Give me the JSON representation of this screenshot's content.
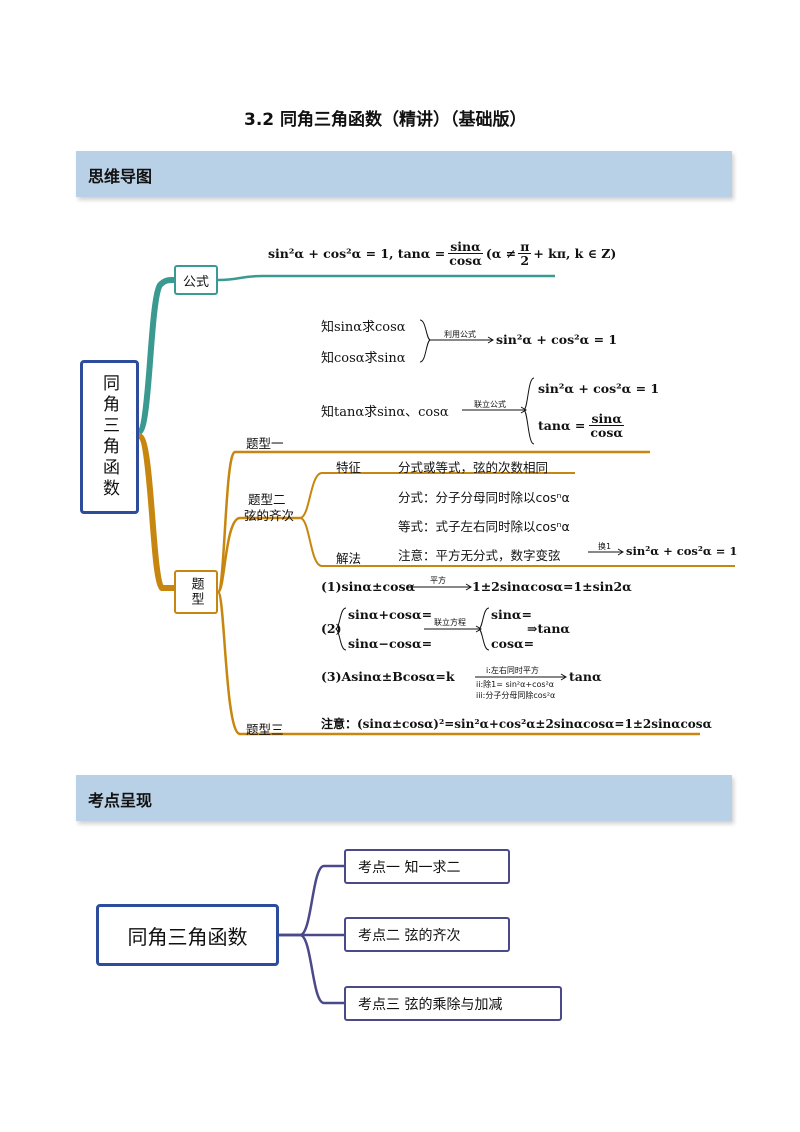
{
  "doc": {
    "title": "3.2 同角三角函数（精讲）（基础版）"
  },
  "sections": {
    "mindmap": "思维导图",
    "kaodian": "考点呈现"
  },
  "mindmap": {
    "root": "同角三角函数",
    "gongshi_label": "公式",
    "gongshi_formula_a": "sin²α + cos²α = 1, tanα =",
    "gongshi_frac_num": "sinα",
    "gongshi_frac_den": "cosα",
    "gongshi_cond_a": "(α ≠",
    "gongshi_cond_num": "π",
    "gongshi_cond_den": "2",
    "gongshi_cond_b": "+ kπ, k ∈ Z)",
    "tixing_label": "题型",
    "tixing1": {
      "label": "题型一",
      "known1": "知sinα求cosα",
      "known2": "知cosα求sinα",
      "arrow1": "利用公式",
      "result1": "sin²α + cos²α = 1",
      "known3": "知tanα求sinα、cosα",
      "arrow2": "联立公式",
      "sys1": "sin²α + cos²α = 1",
      "sys2_a": "tanα =",
      "sys2_num": "sinα",
      "sys2_den": "cosα"
    },
    "tixing2": {
      "label_a": "题型二",
      "label_b": "弦的齐次",
      "feature_label": "特征",
      "feature_text": "分式或等式，弦的次数相同",
      "fenshi": "分式：分子分母同时除以cosⁿα",
      "dengshi": "等式：式子左右同时除以cosⁿα",
      "method_label": "解法",
      "note_a": "注意：平方无分式，数字变弦",
      "note_arrow": "换1",
      "note_b": "sin²α + cos²α = 1"
    },
    "tixing3": {
      "label": "题型三",
      "f1_a": "(1)sinα±cosα",
      "f1_arrow": "平方",
      "f1_b": "1±2sinαcosα=1±sin2α",
      "f2_label": "(2)",
      "f2_l1": "sinα+cosα=",
      "f2_l2": "sinα−cosα=",
      "f2_arrow": "联立方程",
      "f2_r1": "sinα=",
      "f2_r2": "cosα=",
      "f2_res": "⇒tanα",
      "f3_a": "(3)Asinα±Bcosα=k",
      "f3_s1": "i:左右同时平方",
      "f3_s2": "ii:除1= sin²α+cos²α",
      "f3_s3": "iii:分子分母同除cos²α",
      "f3_res": "tanα",
      "note": "注意：(sinα±cosα)²=sin²α+cos²α±2sinαcosα=1±2sinαcosα"
    }
  },
  "kaodian": {
    "root": "同角三角函数",
    "items": [
      "考点一 知一求二",
      "考点二 弦的齐次",
      "考点三 弦的乘除与加减"
    ]
  },
  "colors": {
    "banner": "#b9d1e7",
    "teal": "#3a9a92",
    "gold": "#c7860f",
    "rootBorder": "#2d4d9c",
    "kaodianLine": "#4a4a8a"
  }
}
